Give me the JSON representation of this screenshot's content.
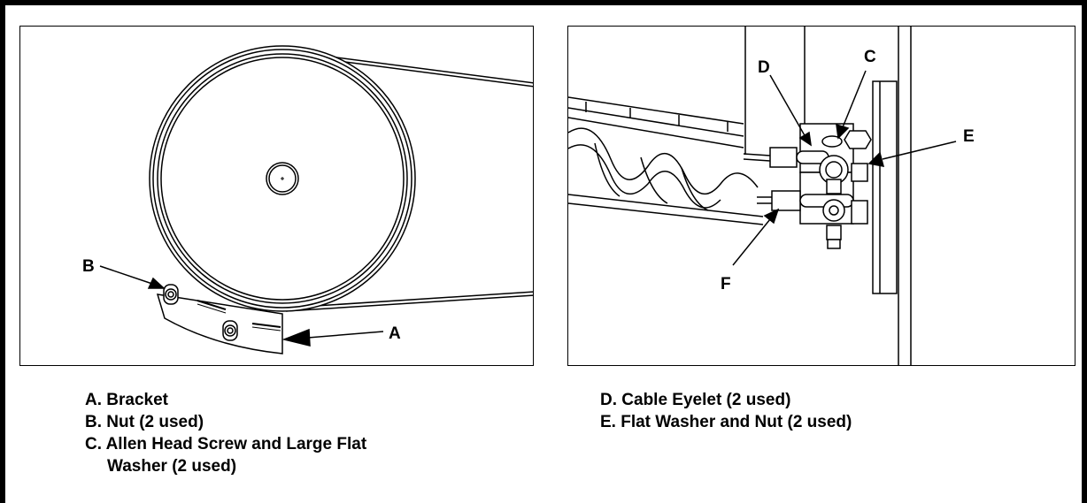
{
  "figure": {
    "left_panel": {
      "callouts": {
        "a": "A",
        "b": "B"
      }
    },
    "right_panel": {
      "callouts": {
        "c": "C",
        "d": "D",
        "e": "E",
        "f": "F"
      }
    }
  },
  "legend": {
    "left": [
      {
        "text": "A. Bracket"
      },
      {
        "text": "B. Nut (2 used)"
      },
      {
        "text": "C. Allen Head Screw and Large Flat",
        "continuation": "Washer (2 used)"
      }
    ],
    "right": [
      {
        "text": "D. Cable Eyelet (2 used)"
      },
      {
        "text": "E. Flat Washer and Nut (2 used)"
      }
    ]
  }
}
